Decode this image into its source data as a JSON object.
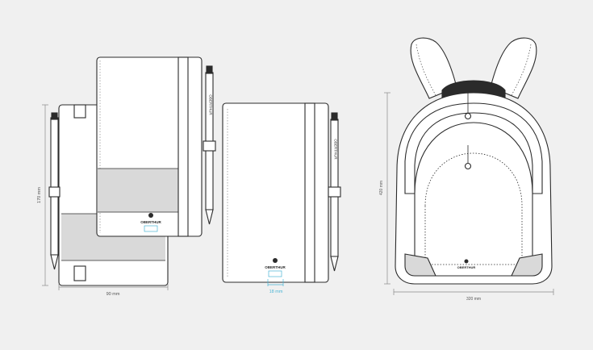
{
  "colors": {
    "background": "#f0f0f0",
    "outline": "#2b2b2b",
    "panel_fill": "#ffffff",
    "shade_fill": "#d9d9d9",
    "dimension_line": "#8a8a8a",
    "accent": "#4ab5d6"
  },
  "brand": {
    "name": "OBERTHUR"
  },
  "dimensions": {
    "notebook_height": "170 mm",
    "notebook_width": "90 mm",
    "elastic_band_width": "18 mm",
    "backpack_height": "420 mm",
    "backpack_width": "320 mm"
  },
  "icons": {
    "logo": "circle-emblem-icon",
    "pen_brand": "vertical-brand-text"
  }
}
